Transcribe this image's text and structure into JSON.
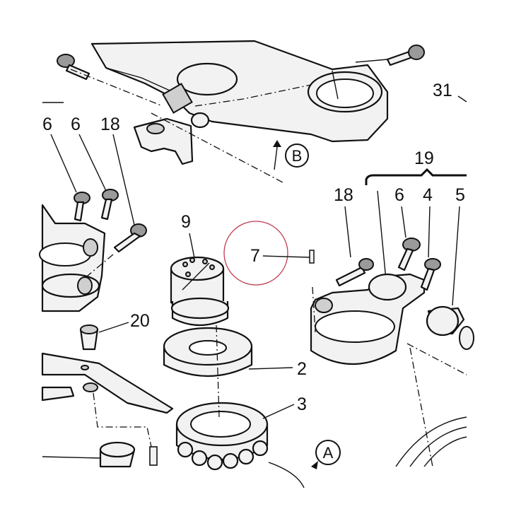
{
  "diagram": {
    "callouts": {
      "c6_left_a": "6",
      "c6_left_b": "6",
      "c18_left": "18",
      "c9": "9",
      "c7": "7",
      "c20": "20",
      "c2": "2",
      "c3": "3",
      "c31": "31",
      "c19": "19",
      "c18_right": "18",
      "c6_right": "6",
      "c4": "4",
      "c5": "5"
    },
    "view_markers": {
      "b": "B",
      "a": "A"
    },
    "colors": {
      "line": "#111111",
      "highlight_circle": "#c23a4e",
      "fill": "#f2f2f2"
    }
  }
}
